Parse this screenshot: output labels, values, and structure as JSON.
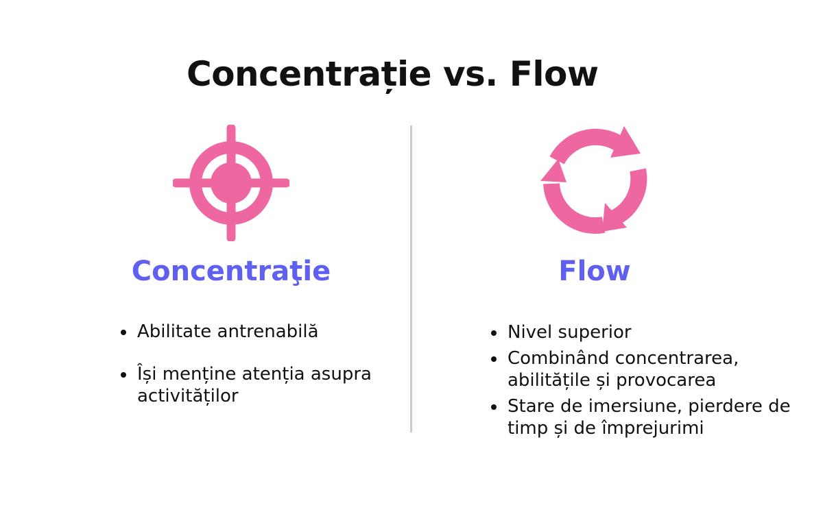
{
  "title": "Concentrație vs. Flow",
  "colors": {
    "accent_pink": "#ee67a1",
    "heading_purple": "#5f5ff0",
    "divider": "#cccccc",
    "text": "#111111"
  },
  "left": {
    "icon": "target-icon",
    "heading": "Concentraţie",
    "bullets": [
      "Abilitate antrenabilă",
      "Își menține atenția asupra activităților"
    ]
  },
  "right": {
    "icon": "cycle-arrows-icon",
    "heading": "Flow",
    "bullets": [
      "Nivel superior",
      "Combinând concentrarea, abilitățile și provocarea",
      "Stare de imersiune, pierdere de timp și de împrejurimi"
    ]
  }
}
